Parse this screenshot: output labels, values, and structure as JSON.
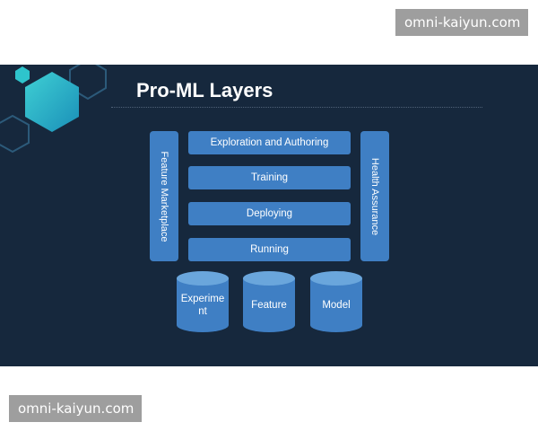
{
  "watermarks": {
    "top": "omni-kaiyun.com",
    "bottom": "omni-kaiyun.com"
  },
  "diagram": {
    "title": "Pro-ML Layers",
    "side_left": "Feature Marketplace",
    "side_right": "Health Assurance",
    "layers": [
      "Exploration and Authoring",
      "Training",
      "Deploying",
      "Running"
    ],
    "stores": [
      "Experiment",
      "Feature",
      "Model"
    ]
  },
  "colors": {
    "background": "#16283d",
    "box": "#3f7fc4",
    "cylinder_top": "#6aa6dc",
    "hex_fill": "#22b8c8",
    "hex_outline": "#2c5a7a"
  }
}
